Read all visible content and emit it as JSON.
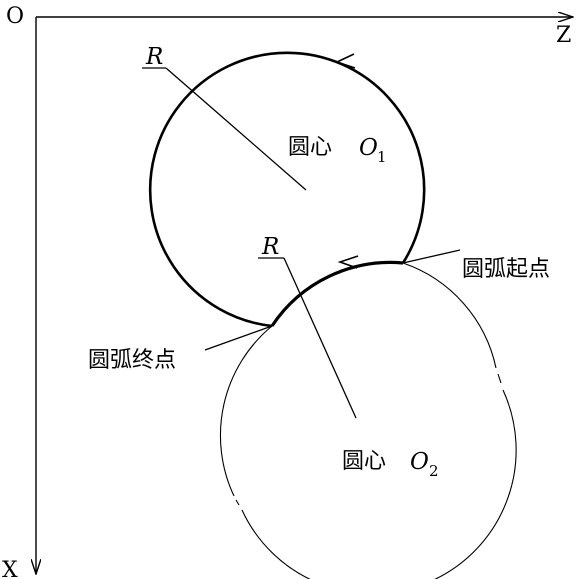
{
  "axes": {
    "origin": "O",
    "horizontal": "Z",
    "vertical": "X"
  },
  "circles": [
    {
      "center_text": "圆心",
      "center_symbol": "O",
      "center_subscript": "1",
      "radius_label": "R"
    },
    {
      "center_text": "圆心",
      "center_symbol": "O",
      "center_subscript": "2",
      "radius_label": "R"
    }
  ],
  "arc_points": {
    "start": "圆弧起点",
    "end": "圆弧终点"
  }
}
